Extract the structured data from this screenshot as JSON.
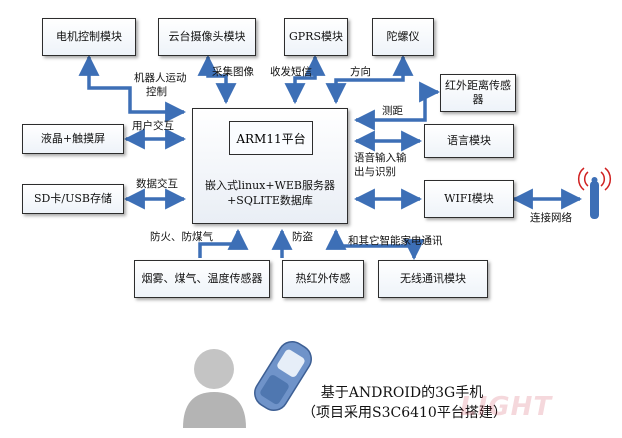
{
  "modules": {
    "motor": "电机控制模块",
    "camera": "云台摄像头模块",
    "gprs": "GPRS模块",
    "gyro": "陀螺仪",
    "infrared_range": "红外距离传感器",
    "voice": "语言模块",
    "wifi": "WIFI模块",
    "lcd": "液晶+触摸屏",
    "sd": "SD卡/USB存储",
    "smoke": "烟雾、煤气、温度传感器",
    "pir": "热红外传感",
    "wireless": "无线通讯模块"
  },
  "core": {
    "arm": "ARM11平台",
    "line1": "嵌入式linux+WEB服务器",
    "line2": "+SQLITE数据库"
  },
  "labels": {
    "robot_motion_1": "机器人运动",
    "robot_motion_2": "控制",
    "capture_image": "采集图像",
    "sms": "收发短信",
    "direction": "方向",
    "ranging": "测距",
    "user_interaction": "用户交互",
    "data_interaction": "数据交互",
    "voice_io_1": "语音输入输",
    "voice_io_2": "出与识别",
    "fire_gas": "防火、防煤气",
    "anti_theft": "防盗",
    "appliance_comm": "和其它智能家电通讯",
    "network": "连接网络"
  },
  "caption": {
    "line1": "基于ANDROID的3G手机",
    "line2": "（项目采用S3C6410平台搭建）"
  },
  "watermark": "LIGHT",
  "colors": {
    "arrow": "#3d6fb6",
    "border": "#2d2d2d",
    "person": "#b9b9b9"
  }
}
